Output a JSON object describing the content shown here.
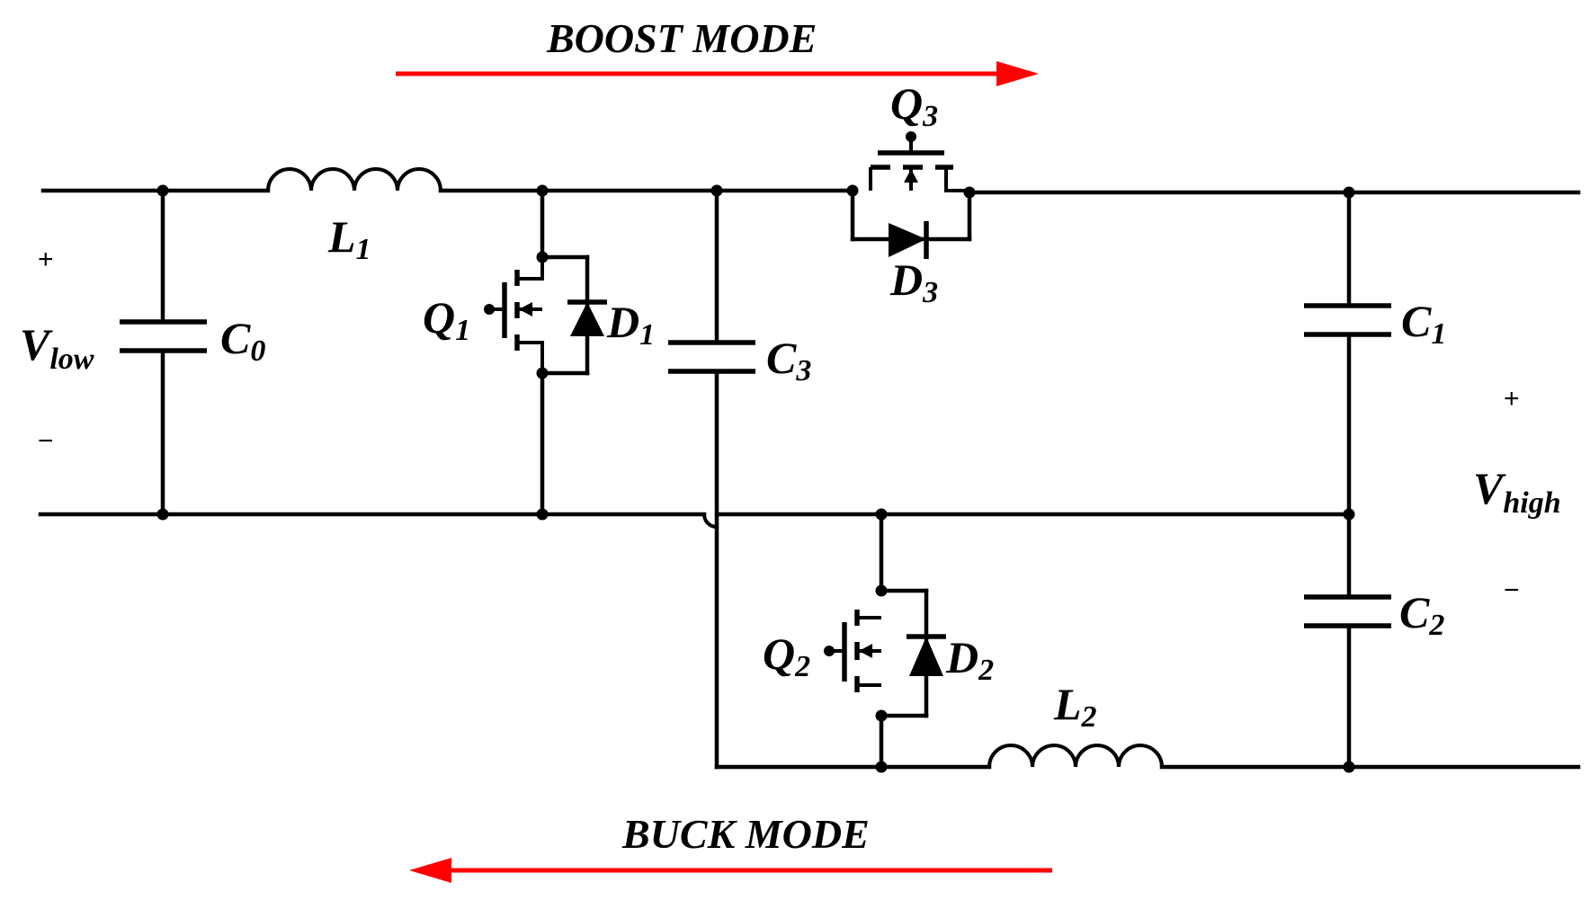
{
  "modes": {
    "boost": {
      "label": "BOOST MODE",
      "direction": "right"
    },
    "buck": {
      "label": "BUCK MODE",
      "direction": "left"
    },
    "arrow_color": "#ff0000"
  },
  "components": {
    "C0": {
      "main": "C",
      "sub": "0"
    },
    "L1": {
      "main": "L",
      "sub": "1"
    },
    "Q1": {
      "main": "Q",
      "sub": "1"
    },
    "D1": {
      "main": "D",
      "sub": "1"
    },
    "C3": {
      "main": "C",
      "sub": "3"
    },
    "Q3": {
      "main": "Q",
      "sub": "3"
    },
    "D3": {
      "main": "D",
      "sub": "3"
    },
    "C1": {
      "main": "C",
      "sub": "1"
    },
    "C2": {
      "main": "C",
      "sub": "2"
    },
    "Q2": {
      "main": "Q",
      "sub": "2"
    },
    "D2": {
      "main": "D",
      "sub": "2"
    },
    "L2": {
      "main": "L",
      "sub": "2"
    }
  },
  "ports": {
    "low": {
      "main": "V",
      "sub": "low",
      "plus": "+",
      "minus": "−"
    },
    "high": {
      "main": "V",
      "sub": "high",
      "plus": "+",
      "minus": "−"
    }
  }
}
